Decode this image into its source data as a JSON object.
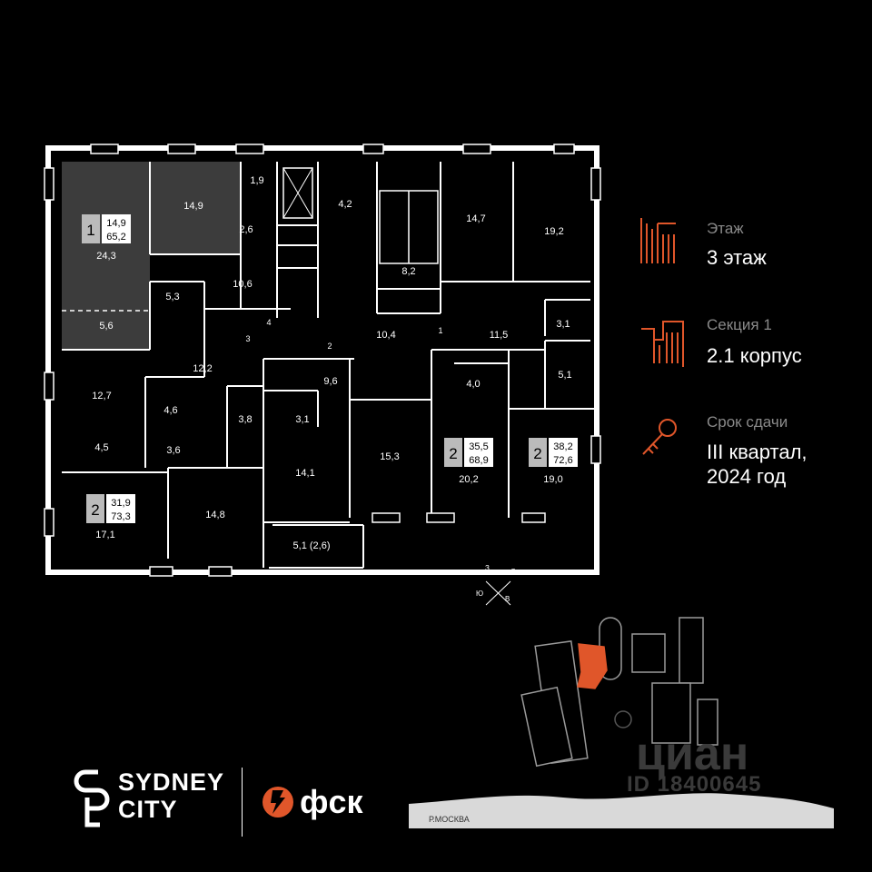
{
  "floor_plan": {
    "rooms": [
      {
        "id": "r1",
        "label": "24,3"
      },
      {
        "id": "r2",
        "label": "5,6"
      },
      {
        "id": "r3",
        "label": "14,9"
      },
      {
        "id": "r4",
        "label": "1,9"
      },
      {
        "id": "r5",
        "label": "2,6"
      },
      {
        "id": "r6",
        "label": "10,6"
      },
      {
        "id": "r7",
        "label": "5,3"
      },
      {
        "id": "r8",
        "label": "4,2"
      },
      {
        "id": "r9",
        "label": "8,2"
      },
      {
        "id": "r10",
        "label": "14,7"
      },
      {
        "id": "r11",
        "label": "19,2"
      },
      {
        "id": "r12",
        "label": "3,1"
      },
      {
        "id": "r13",
        "label": "11,5"
      },
      {
        "id": "r14",
        "label": "10,4"
      },
      {
        "id": "r15",
        "label": "5,1"
      },
      {
        "id": "r16",
        "label": "4,0"
      },
      {
        "id": "r17",
        "label": "12,2"
      },
      {
        "id": "r18",
        "label": "9,6"
      },
      {
        "id": "r19",
        "label": "12,7"
      },
      {
        "id": "r20",
        "label": "4,6"
      },
      {
        "id": "r21",
        "label": "3,8"
      },
      {
        "id": "r22",
        "label": "3,1"
      },
      {
        "id": "r23",
        "label": "4,5"
      },
      {
        "id": "r24",
        "label": "3,6"
      },
      {
        "id": "r25",
        "label": "14,1"
      },
      {
        "id": "r26",
        "label": "15,3"
      },
      {
        "id": "r27",
        "label": "20,2"
      },
      {
        "id": "r28",
        "label": "19,0"
      },
      {
        "id": "r29",
        "label": "14,8"
      },
      {
        "id": "r30",
        "label": "17,1"
      },
      {
        "id": "r31",
        "label": "5,1 (2,6)"
      }
    ],
    "doors": [
      "1",
      "2",
      "3",
      "4"
    ],
    "apartments": [
      {
        "rooms": "1",
        "living": "14,9",
        "total": "65,2"
      },
      {
        "rooms": "2",
        "living": "35,5",
        "total": "68,9"
      },
      {
        "rooms": "2",
        "living": "38,2",
        "total": "72,6"
      },
      {
        "rooms": "2",
        "living": "31,9",
        "total": "73,3"
      }
    ],
    "compass": {
      "n": "З",
      "e": "С",
      "s": "В",
      "w": "Ю"
    }
  },
  "info": {
    "floor_label": "Этаж",
    "floor_value": "3 этаж",
    "section_label": "Секция 1",
    "section_value": "2.1 корпус",
    "deadline_label": "Срок сдачи",
    "deadline_line1": "III квартал,",
    "deadline_line2": "2024 год"
  },
  "site_map": {
    "river_label": "Р.МОСКВА"
  },
  "brand": {
    "line1": "SYDNEY",
    "line2": "CITY",
    "partner": "фск"
  },
  "watermark": {
    "text": "циан",
    "id": "ID 18400645"
  },
  "colors": {
    "accent": "#e0562a",
    "background": "#000000",
    "apartment_highlight": "#3c3c3c",
    "wall": "#ffffff"
  }
}
